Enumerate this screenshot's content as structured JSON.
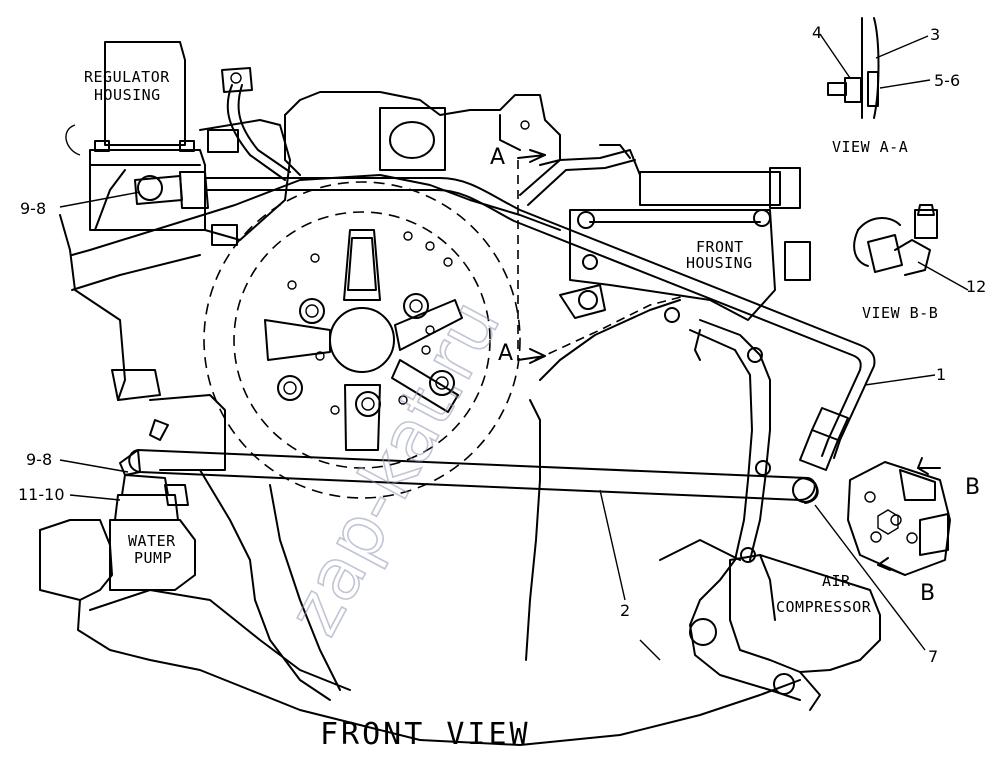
{
  "title": "FRONT VIEW",
  "watermark": "zap-kat.ru",
  "components": {
    "regulator_housing": [
      "REGULATOR",
      "HOUSING"
    ],
    "front_housing": [
      "FRONT",
      "HOUSING"
    ],
    "water_pump": [
      "WATER",
      "PUMP"
    ],
    "air_compressor": [
      "AIR",
      "COMPRESSOR"
    ]
  },
  "views": {
    "a_a": "VIEW A-A",
    "b_b": "VIEW B-B"
  },
  "section_markers": {
    "a_top": "A",
    "a_bottom": "A",
    "b_top": "B",
    "b_bottom": "B"
  },
  "callouts": {
    "c1": "1",
    "c2": "2",
    "c3": "3",
    "c4": "4",
    "c56": "5-6",
    "c7": "7",
    "c98_top": "9-8",
    "c98_bottom": "9-8",
    "c1110": "11-10",
    "c12": "12"
  }
}
